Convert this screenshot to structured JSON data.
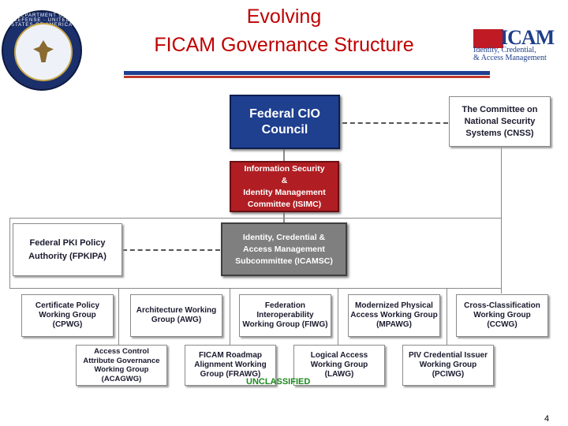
{
  "header": {
    "title_line1": "Evolving",
    "title_line2": "FICAM Governance Structure",
    "seal_text": "DEPARTMENT OF DEFENSE · UNITED STATES OF AMERICA",
    "logo_text": "ICAM",
    "logo_subtitle": "Identity, Credential,\n& Access Management"
  },
  "nodes": {
    "federal_cio": "Federal CIO\nCouncil",
    "cnss": "The Committee on\nNational Security\nSystems (CNSS)",
    "isimc": "Information Security\n&\nIdentity Management\nCommittee (ISIMC)",
    "fpkipa": "Federal PKI Policy\nAuthority (FPKIPA)",
    "icamsc": "Identity, Credential &\nAccess Management\nSubcommittee (ICAMSC)",
    "cpwg": "Certificate Policy\nWorking Group\n(CPWG)",
    "awg": "Architecture Working\nGroup (AWG)",
    "fiwg": "Federation\nInteroperability\nWorking Group (FIWG)",
    "mpawg": "Modernized Physical\nAccess Working Group\n(MPAWG)",
    "ccwg": "Cross-Classification\nWorking Group\n(CCWG)",
    "acagwg": "Access Control\nAttribute Governance\nWorking Group\n(ACAGWG)",
    "frawg": "FICAM Roadmap\nAlignment Working\nGroup (FRAWG)",
    "lawg": "Logical Access\nWorking Group\n(LAWG)",
    "pciwg": "PIV Credential Issuer\nWorking Group\n(PCIWG)"
  },
  "footer": {
    "classification": "UNCLASSIFIED",
    "page_number": "4"
  },
  "colors": {
    "title": "#c00000",
    "cio_fill": "#1f3f8f",
    "isimc_fill": "#b01e23",
    "icamsc_fill": "#7f7f7f",
    "classification": "#1a8a1a"
  }
}
